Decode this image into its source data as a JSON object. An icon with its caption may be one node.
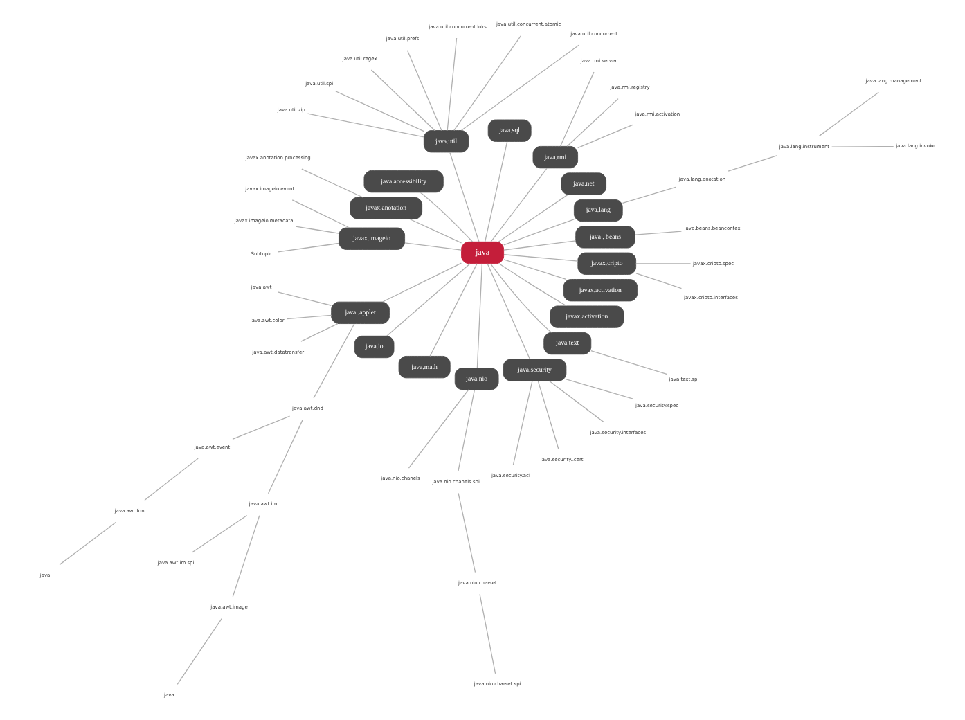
{
  "diagram": {
    "nodes": [
      {
        "text": [
          "java"
        ]
      },
      {
        "text": [
          "java . beans"
        ]
      },
      {
        "text": [
          "java.beans.beancontex"
        ]
      },
      {
        "text": [
          "java.lang"
        ]
      },
      {
        "text": [
          "java.lang.anotation"
        ]
      },
      {
        "text": [
          "java.lang.instrument"
        ]
      },
      {
        "text": [
          "java.lang.invoke"
        ]
      },
      {
        "text": [
          "java.lang.management"
        ]
      },
      {
        "text": [
          "java.net"
        ]
      },
      {
        "text": [
          "java.rmi"
        ]
      },
      {
        "text": [
          "java.rmi.activation"
        ]
      },
      {
        "text": [
          "java.rmi.registry"
        ]
      },
      {
        "text": [
          "java.rmi.server"
        ]
      },
      {
        "text": [
          "java.sql"
        ]
      },
      {
        "text": [
          "java.util"
        ]
      },
      {
        "text": [
          "java.util.concurrent"
        ]
      },
      {
        "text": [
          "java.util.concurrent.atomic"
        ]
      },
      {
        "text": [
          "java.util.concurrent.loks"
        ]
      },
      {
        "text": [
          "java.util.prefs"
        ]
      },
      {
        "text": [
          "java.util.regex"
        ]
      },
      {
        "text": [
          "java.util.spi"
        ]
      },
      {
        "text": [
          "java.util.zip"
        ]
      },
      {
        "text": [
          "java.accessibility"
        ]
      },
      {
        "text": [
          "javax.anotation"
        ]
      },
      {
        "text": [
          "javax.anotation.processing"
        ]
      },
      {
        "text": [
          "javax.imageio"
        ]
      },
      {
        "text": [
          "javax.imageio.event"
        ]
      },
      {
        "text": [
          "javax.imageio.metadata"
        ]
      },
      {
        "text": [
          "Subtopic"
        ]
      },
      {
        "text": [
          "java .applet"
        ]
      },
      {
        "text": [
          "java.awt"
        ]
      },
      {
        "text": [
          "java.awt.color"
        ]
      },
      {
        "text": [
          "java.awt.datatransfer"
        ]
      },
      {
        "text": [
          "java.awt.dnd"
        ]
      },
      {
        "text": [
          "java.awt.event"
        ]
      },
      {
        "text": [
          "java.awt.font"
        ]
      },
      {
        "text": [
          "java"
        ]
      },
      {
        "text": [
          "java.awt.im"
        ]
      },
      {
        "text": [
          "java.awt.im.spi"
        ]
      },
      {
        "text": [
          "java.awt.image"
        ]
      },
      {
        "text": [
          "java."
        ]
      },
      {
        "text": [
          "java.io"
        ]
      },
      {
        "text": [
          "java.math"
        ]
      },
      {
        "text": [
          "java.nio"
        ]
      },
      {
        "text": [
          "java.nio.chanels"
        ]
      },
      {
        "text": [
          "java.nio.chanels.spi"
        ]
      },
      {
        "text": [
          "java.nio.charset"
        ]
      },
      {
        "text": [
          "java.nio.charset.spi"
        ]
      },
      {
        "text": [
          "java.security"
        ]
      },
      {
        "text": [
          "java.security.acl"
        ]
      },
      {
        "text": [
          "java.security..cert"
        ]
      },
      {
        "text": [
          "java.security.interfaces"
        ]
      },
      {
        "text": [
          "java.security.spec"
        ]
      },
      {
        "text": [
          "java.text"
        ]
      },
      {
        "text": [
          "java.text.spi"
        ]
      },
      {
        "text": [
          "javax.activation"
        ]
      },
      {
        "text": [
          "javax.activation"
        ]
      },
      {
        "text": [
          "javax.cripto"
        ]
      },
      {
        "text": [
          "javax.cripto.interfaces"
        ]
      },
      {
        "text": [
          "javax.cripto.spec"
        ]
      }
    ],
    "edges": [
      {
        "from": 0,
        "to": 1,
        "arrow": "none"
      },
      {
        "from": 1,
        "to": 2,
        "arrow": "none"
      },
      {
        "from": 0,
        "to": 3,
        "arrow": "none"
      },
      {
        "from": 3,
        "to": 4,
        "arrow": "none"
      },
      {
        "from": 4,
        "to": 5,
        "arrow": "none"
      },
      {
        "from": 5,
        "to": 6,
        "arrow": "none"
      },
      {
        "from": 5,
        "to": 7,
        "arrow": "none"
      },
      {
        "from": 0,
        "to": 8,
        "arrow": "none"
      },
      {
        "from": 0,
        "to": 9,
        "arrow": "none"
      },
      {
        "from": 9,
        "to": 10,
        "arrow": "none"
      },
      {
        "from": 9,
        "to": 11,
        "arrow": "none"
      },
      {
        "from": 9,
        "to": 12,
        "arrow": "none"
      },
      {
        "from": 0,
        "to": 13,
        "arrow": "none"
      },
      {
        "from": 0,
        "to": 14,
        "arrow": "none"
      },
      {
        "from": 14,
        "to": 15,
        "arrow": "none"
      },
      {
        "from": 14,
        "to": 16,
        "arrow": "none"
      },
      {
        "from": 14,
        "to": 17,
        "arrow": "none"
      },
      {
        "from": 14,
        "to": 18,
        "arrow": "none"
      },
      {
        "from": 14,
        "to": 19,
        "arrow": "none"
      },
      {
        "from": 14,
        "to": 20,
        "arrow": "none"
      },
      {
        "from": 14,
        "to": 21,
        "arrow": "none"
      },
      {
        "from": 0,
        "to": 22,
        "arrow": "none"
      },
      {
        "from": 0,
        "to": 23,
        "arrow": "none"
      },
      {
        "from": 23,
        "to": 24,
        "arrow": "none"
      },
      {
        "from": 0,
        "to": 25,
        "arrow": "none"
      },
      {
        "from": 25,
        "to": 26,
        "arrow": "none"
      },
      {
        "from": 25,
        "to": 27,
        "arrow": "none"
      },
      {
        "from": 25,
        "to": 28,
        "arrow": "none"
      },
      {
        "from": 0,
        "to": 29,
        "arrow": "none"
      },
      {
        "from": 29,
        "to": 30,
        "arrow": "none"
      },
      {
        "from": 29,
        "to": 31,
        "arrow": "none"
      },
      {
        "from": 29,
        "to": 32,
        "arrow": "none"
      },
      {
        "from": 29,
        "to": 33,
        "arrow": "none"
      },
      {
        "from": 33,
        "to": 34,
        "arrow": "none"
      },
      {
        "from": 34,
        "to": 35,
        "arrow": "none"
      },
      {
        "from": 35,
        "to": 36,
        "arrow": "none"
      },
      {
        "from": 33,
        "to": 37,
        "arrow": "none"
      },
      {
        "from": 37,
        "to": 38,
        "arrow": "none"
      },
      {
        "from": 37,
        "to": 39,
        "arrow": "none"
      },
      {
        "from": 39,
        "to": 40,
        "arrow": "none"
      },
      {
        "from": 0,
        "to": 41,
        "arrow": "none"
      },
      {
        "from": 0,
        "to": 42,
        "arrow": "none"
      },
      {
        "from": 0,
        "to": 43,
        "arrow": "none"
      },
      {
        "from": 43,
        "to": 44,
        "arrow": "none"
      },
      {
        "from": 43,
        "to": 45,
        "arrow": "none"
      },
      {
        "from": 45,
        "to": 46,
        "arrow": "none"
      },
      {
        "from": 46,
        "to": 47,
        "arrow": "none"
      },
      {
        "from": 0,
        "to": 48,
        "arrow": "none"
      },
      {
        "from": 48,
        "to": 49,
        "arrow": "none"
      },
      {
        "from": 48,
        "to": 50,
        "arrow": "none"
      },
      {
        "from": 48,
        "to": 51,
        "arrow": "none"
      },
      {
        "from": 48,
        "to": 52,
        "arrow": "none"
      },
      {
        "from": 0,
        "to": 53,
        "arrow": "none"
      },
      {
        "from": 53,
        "to": 54,
        "arrow": "none"
      },
      {
        "from": 0,
        "to": 55,
        "arrow": "none"
      },
      {
        "from": 0,
        "to": 56,
        "arrow": "none"
      },
      {
        "from": 0,
        "to": 57,
        "arrow": "none"
      },
      {
        "from": 57,
        "to": 58,
        "arrow": "none"
      },
      {
        "from": 57,
        "to": 59,
        "arrow": "none"
      }
    ]
  }
}
